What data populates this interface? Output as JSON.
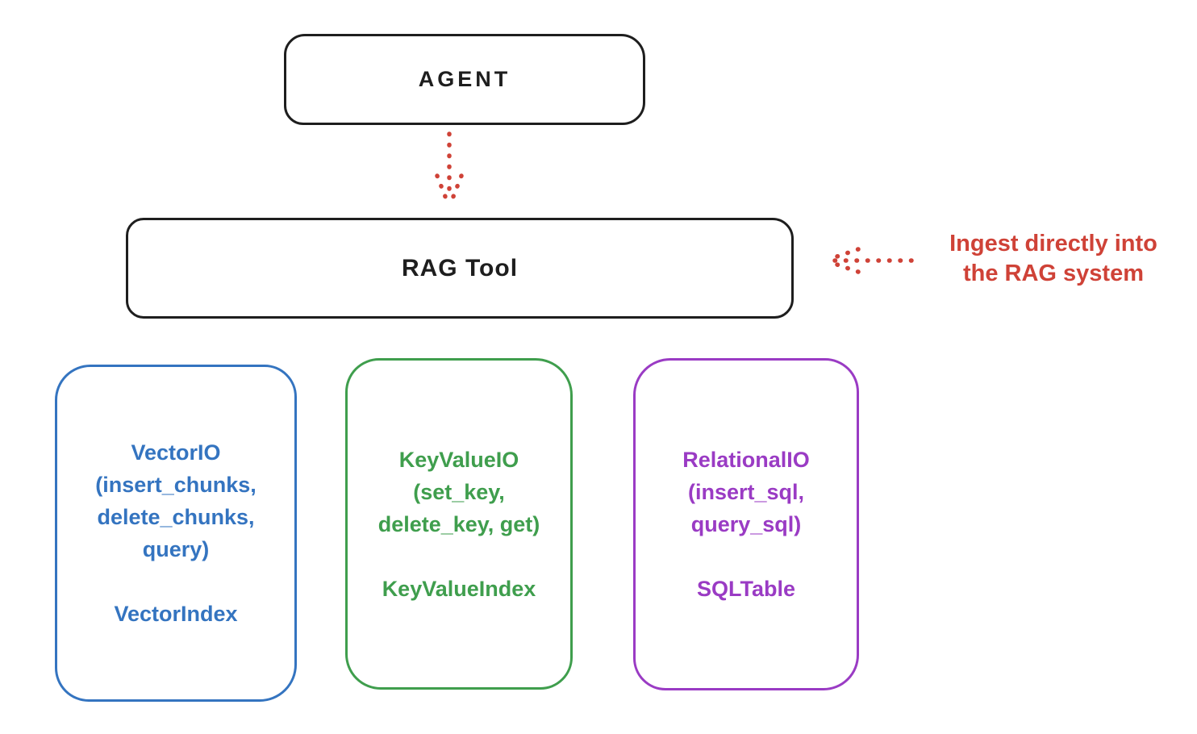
{
  "colors": {
    "background": "#ffffff",
    "ink": "#1e1e1e",
    "accent_red": "#cf4237",
    "vector_blue": "#3474c0",
    "keyvalue_green": "#3f9e4d",
    "relational_purple": "#9a3bc4"
  },
  "agent": {
    "label": "AGENT"
  },
  "rag_tool": {
    "label": "RAG Tool"
  },
  "annotation": {
    "line1": "Ingest directly into",
    "line2": "the RAG system"
  },
  "backends": [
    {
      "name": "vector-io",
      "color": "#3474c0",
      "lines": [
        "VectorIO",
        "(insert_chunks,",
        "delete_chunks,",
        "query)"
      ],
      "index": "VectorIndex"
    },
    {
      "name": "keyvalue-io",
      "color": "#3f9e4d",
      "lines": [
        "KeyValueIO",
        "(set_key,",
        "delete_key, get)"
      ],
      "index": "KeyValueIndex"
    },
    {
      "name": "relational-io",
      "color": "#9a3bc4",
      "lines": [
        "RelationalIO",
        "(insert_sql,",
        "query_sql)"
      ],
      "index": "SQLTable"
    }
  ]
}
